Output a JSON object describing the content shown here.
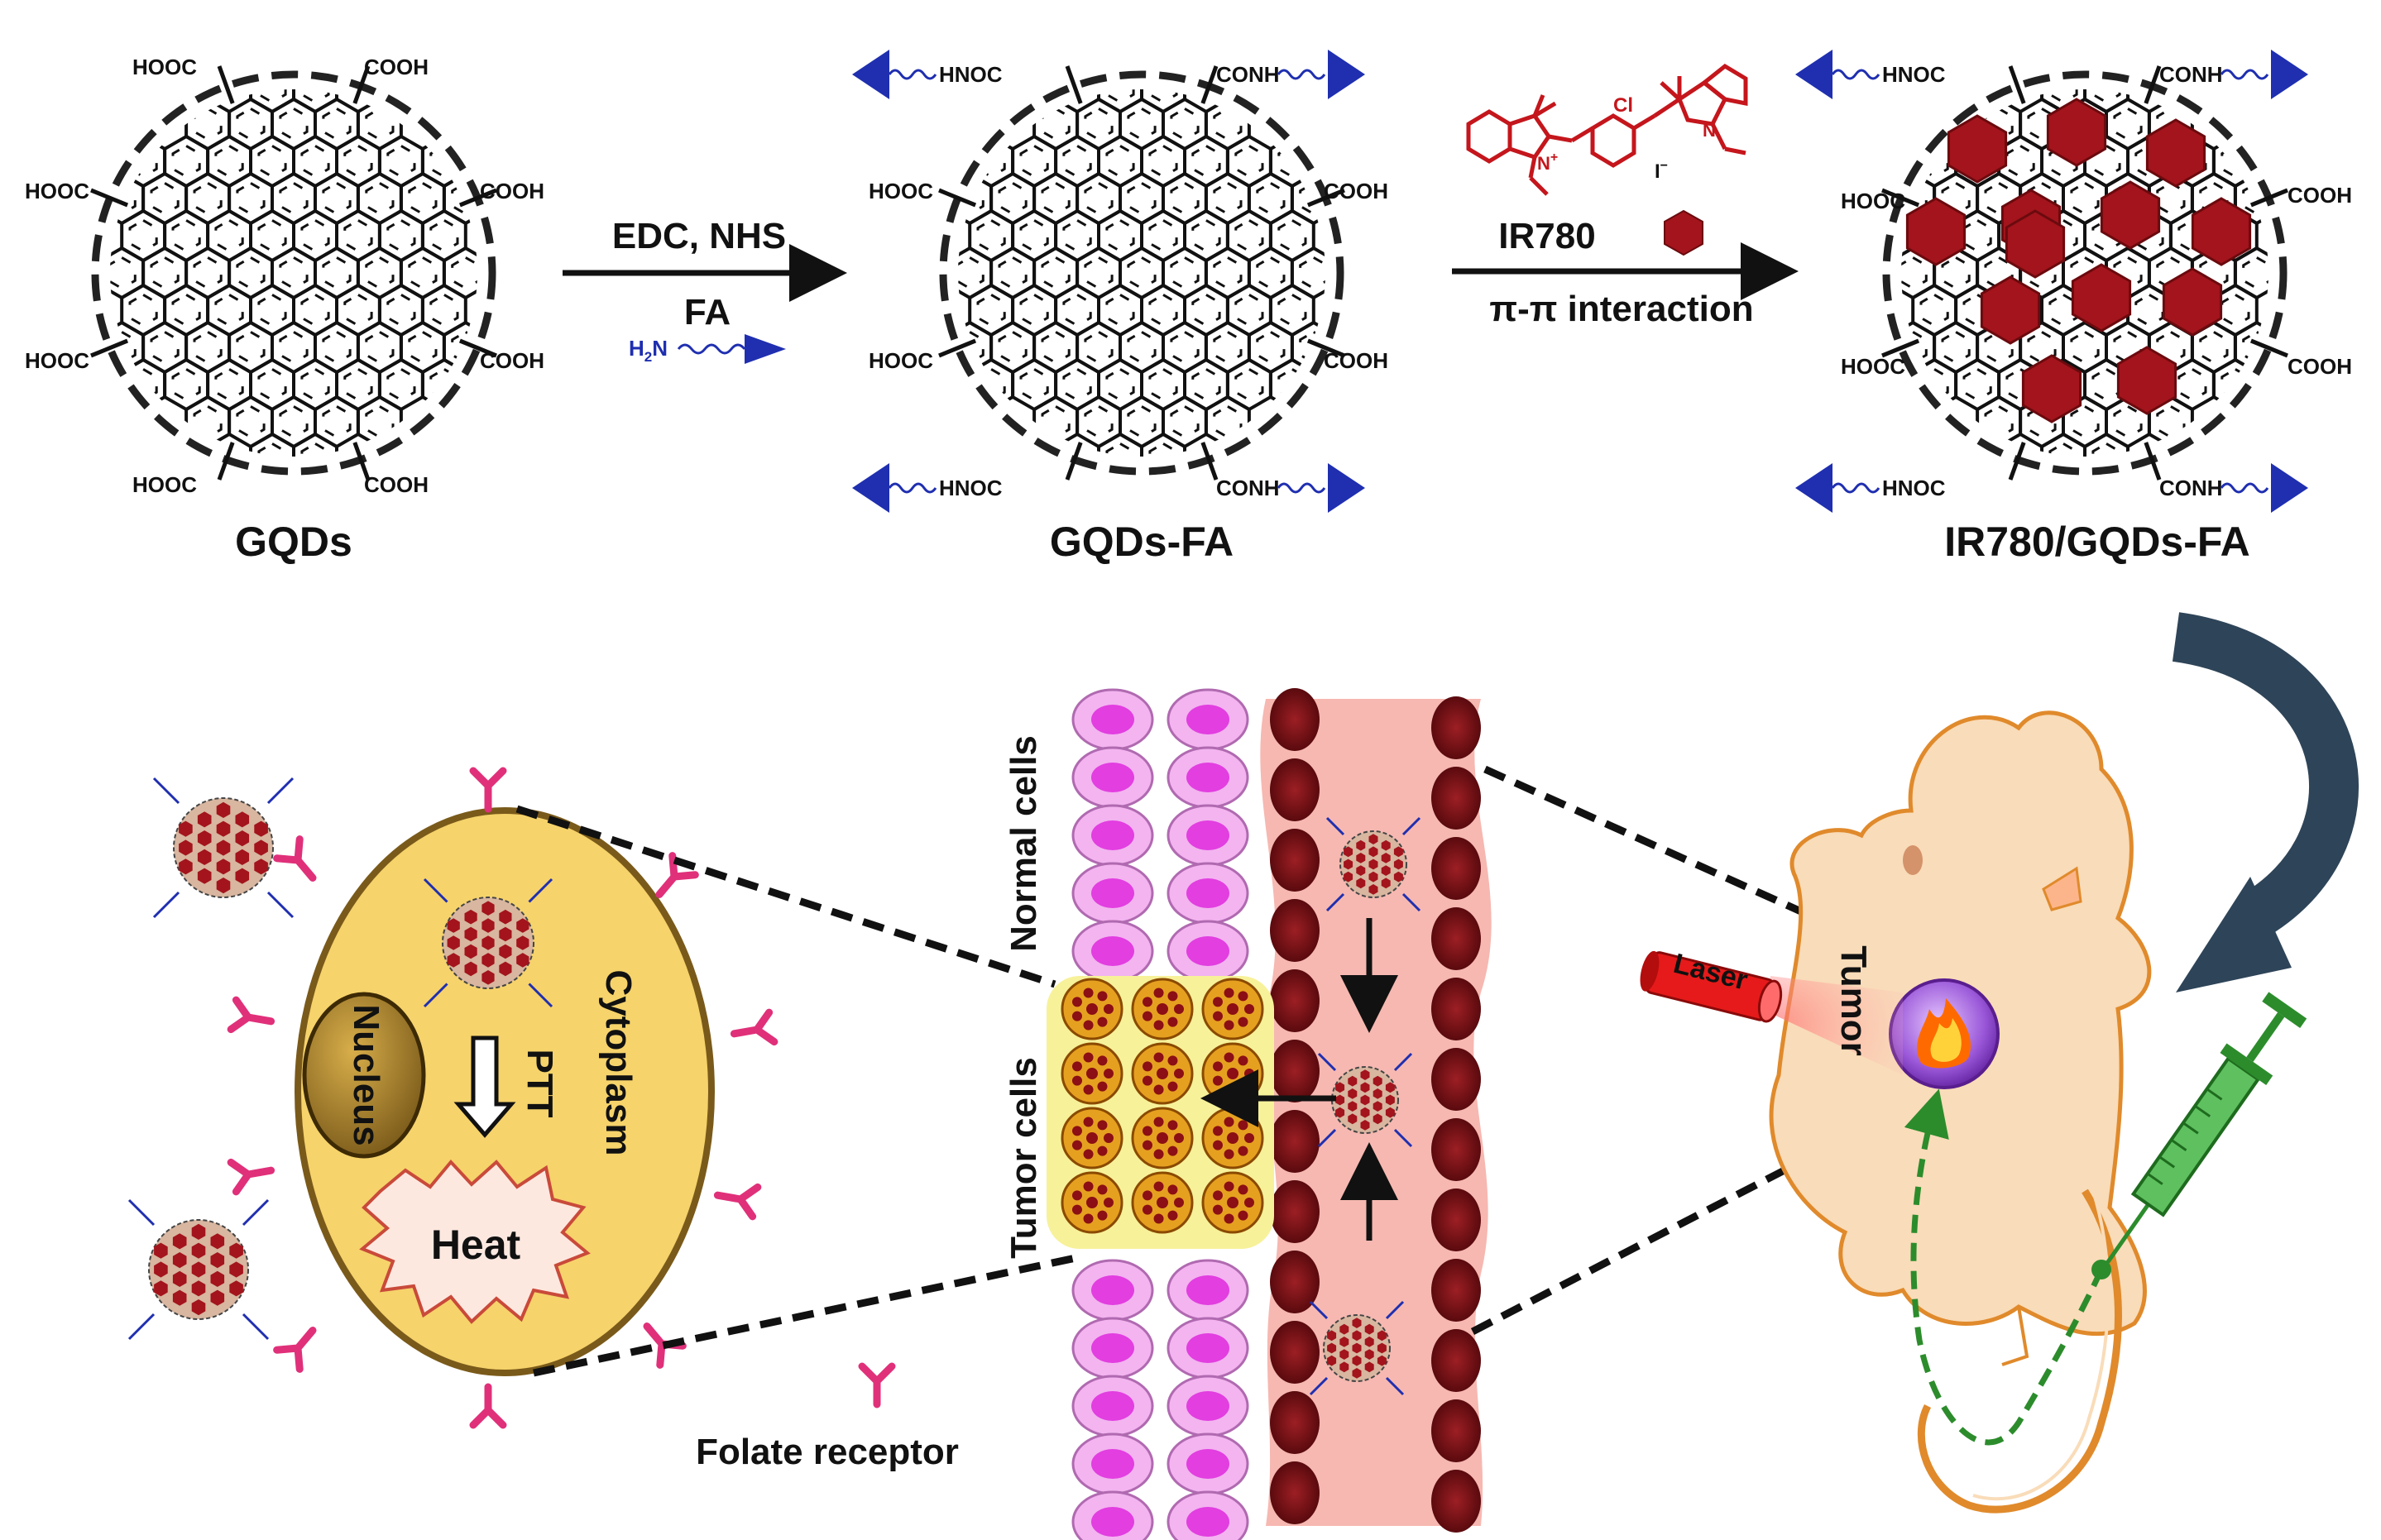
{
  "colors": {
    "background": "#ffffff",
    "dye_red": "#a3141c",
    "ligand_blue": "#1f2fb0",
    "cell_yellow": "#f6d36b",
    "vessel_pink": "#f4b8b0",
    "rbc_dark": "#7a0f15",
    "normal_cell_pink": "#f0a6ef",
    "receptor_magenta": "#e0307a",
    "mouse_skin": "#f9dcb9",
    "mouse_outline": "#e08a2c",
    "syringe_green": "#2c8c2c",
    "curve_arrow": "#2e4458"
  },
  "top_row": {
    "gqds": {
      "label": "GQDs",
      "groups": [
        "HOOC",
        "COOH",
        "HOOC",
        "COOH",
        "HOOC",
        "COOH",
        "HOOC",
        "COOH"
      ]
    },
    "step1": {
      "reagents": "EDC, NHS",
      "ligand": "FA",
      "ligand_formula_h": "H",
      "ligand_formula_sub": "2",
      "ligand_formula_n": "N"
    },
    "gqds_fa": {
      "label": "GQDs-FA",
      "amide_left": "HNOC",
      "amide_right": "CONH",
      "groups": [
        "HOOC",
        "COOH",
        "HOOC",
        "COOH"
      ]
    },
    "step2": {
      "dye": "IR780",
      "interaction": "π-π interaction",
      "cl": "Cl",
      "n_plus": "N",
      "plus": "+",
      "iodide": "I",
      "minus": "−",
      "n2": "N"
    },
    "ir780_gqds_fa": {
      "label": "IR780/GQDs-FA",
      "amide_left": "HNOC",
      "amide_right": "CONH",
      "groups": [
        "HOOC",
        "COOH",
        "HOOC",
        "COOH"
      ]
    }
  },
  "cell": {
    "nucleus": "Nucleus",
    "cytoplasm": "Cytoplasm",
    "ptt": "PTT",
    "heat": "Heat"
  },
  "tissue": {
    "normal_cells": "Normal cells",
    "tumor_cells": "Tumor cells"
  },
  "legend": {
    "folate_receptor": "Folate receptor"
  },
  "mouse": {
    "laser": "Laser",
    "tumor": "Tumor"
  },
  "icons": [
    "folate-receptor-icon",
    "laser-icon",
    "fire-icon",
    "syringe-icon",
    "curved-arrow-icon",
    "ir780-hexagon-icon",
    "fa-ligand-icon"
  ]
}
